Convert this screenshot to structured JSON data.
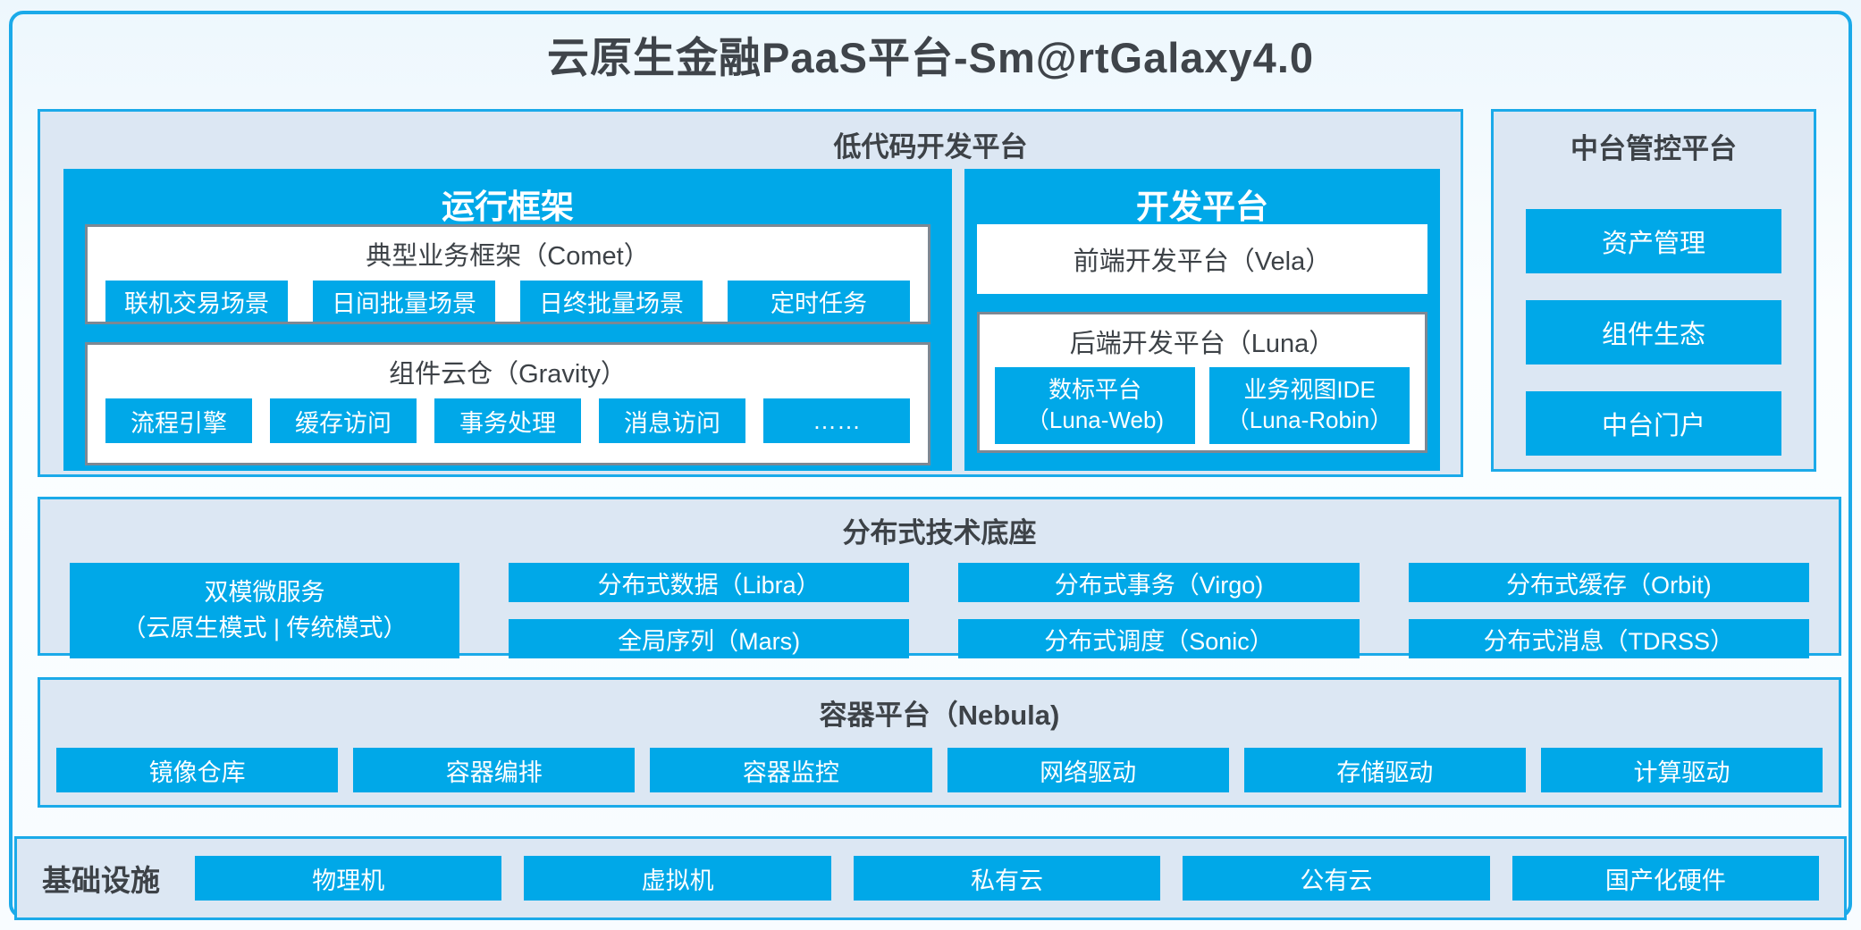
{
  "title": "云原生金融PaaS平台-Sm@rtGalaxy4.0",
  "colors": {
    "accent_blue": "#00A8E8",
    "border_blue": "#1BAAE9",
    "panel_bg": "#DCE7F3",
    "gray_border": "#7D8893",
    "dark_text": "#3D4247"
  },
  "low_code_platform": {
    "title": "低代码开发平台",
    "runtime_framework": {
      "title": "运行框架",
      "comet": {
        "title": "典型业务框架（Comet）",
        "items": [
          "联机交易场景",
          "日间批量场景",
          "日终批量场景",
          "定时任务"
        ]
      },
      "gravity": {
        "title": "组件云仓（Gravity）",
        "items": [
          "流程引擎",
          "缓存访问",
          "事务处理",
          "消息访问",
          "……"
        ]
      }
    },
    "dev_platform": {
      "title": "开发平台",
      "vela": "前端开发平台（Vela）",
      "luna": {
        "title": "后端开发平台（Luna）",
        "items": [
          {
            "line1": "数标平台",
            "line2": "（Luna-Web)"
          },
          {
            "line1": "业务视图IDE",
            "line2": "（Luna-Robin）"
          }
        ]
      }
    }
  },
  "mid_platform_control": {
    "title": "中台管控平台",
    "items": [
      "资产管理",
      "组件生态",
      "中台门户"
    ]
  },
  "distributed_base": {
    "title": "分布式技术底座",
    "dual_mode": {
      "line1": "双模微服务",
      "line2": "（云原生模式 | 传统模式）"
    },
    "columns": [
      [
        "分布式数据（Libra）",
        "全局序列（Mars)"
      ],
      [
        "分布式事务（Virgo)",
        "分布式调度（Sonic）"
      ],
      [
        "分布式缓存（Orbit)",
        "分布式消息（TDRSS）"
      ]
    ]
  },
  "container_platform": {
    "title": "容器平台（Nebula)",
    "items": [
      "镜像仓库",
      "容器编排",
      "容器监控",
      "网络驱动",
      "存储驱动",
      "计算驱动"
    ]
  },
  "infrastructure": {
    "label": "基础设施",
    "items": [
      "物理机",
      "虚拟机",
      "私有云",
      "公有云",
      "国产化硬件"
    ]
  }
}
